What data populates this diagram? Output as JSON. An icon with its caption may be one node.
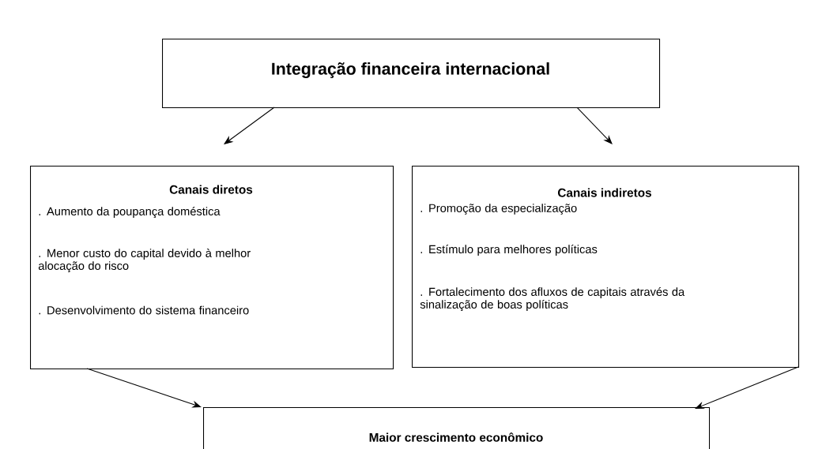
{
  "diagram": {
    "nodes": [
      {
        "text": [
          "Integração financeira internacional"
        ]
      },
      {
        "text": [
          "Canais diretos",
          ". Aumento da poupança doméstica",
          ". Menor custo do capital devido à melhor alocação do risco",
          ". Desenvolvimento do sistema financeiro"
        ]
      },
      {
        "text": [
          "Canais indiretos",
          ". Promoção da especialização",
          ". Estímulo para melhores políticas",
          ". Fortalecimento dos afluxos de capitais através da sinalização de boas políticas"
        ]
      },
      {
        "text": [
          "Maior crescimento econômico"
        ]
      }
    ],
    "edges": [
      {
        "from": 0,
        "to": 1,
        "arrow": "to"
      },
      {
        "from": 0,
        "to": 2,
        "arrow": "to"
      },
      {
        "from": 1,
        "to": 3,
        "arrow": "to"
      },
      {
        "from": 2,
        "to": 3,
        "arrow": "to"
      }
    ]
  }
}
